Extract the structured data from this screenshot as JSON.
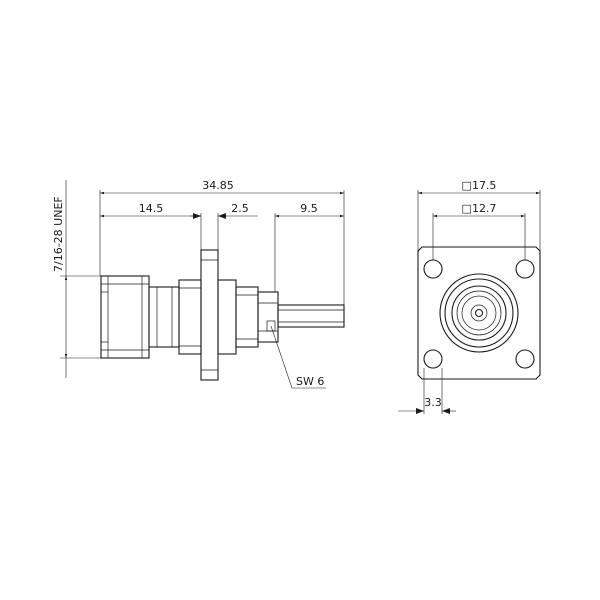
{
  "side_view": {
    "overall_length": "34.85",
    "front_length": "14.5",
    "flange_thickness": "2.5",
    "pin_length": "9.5",
    "thread": "7/16-28 UNEF",
    "wrench": "SW 6"
  },
  "front_view": {
    "flange_square": "□17.5",
    "hole_spacing": "□12.7",
    "hole_diameter": "3.3"
  }
}
